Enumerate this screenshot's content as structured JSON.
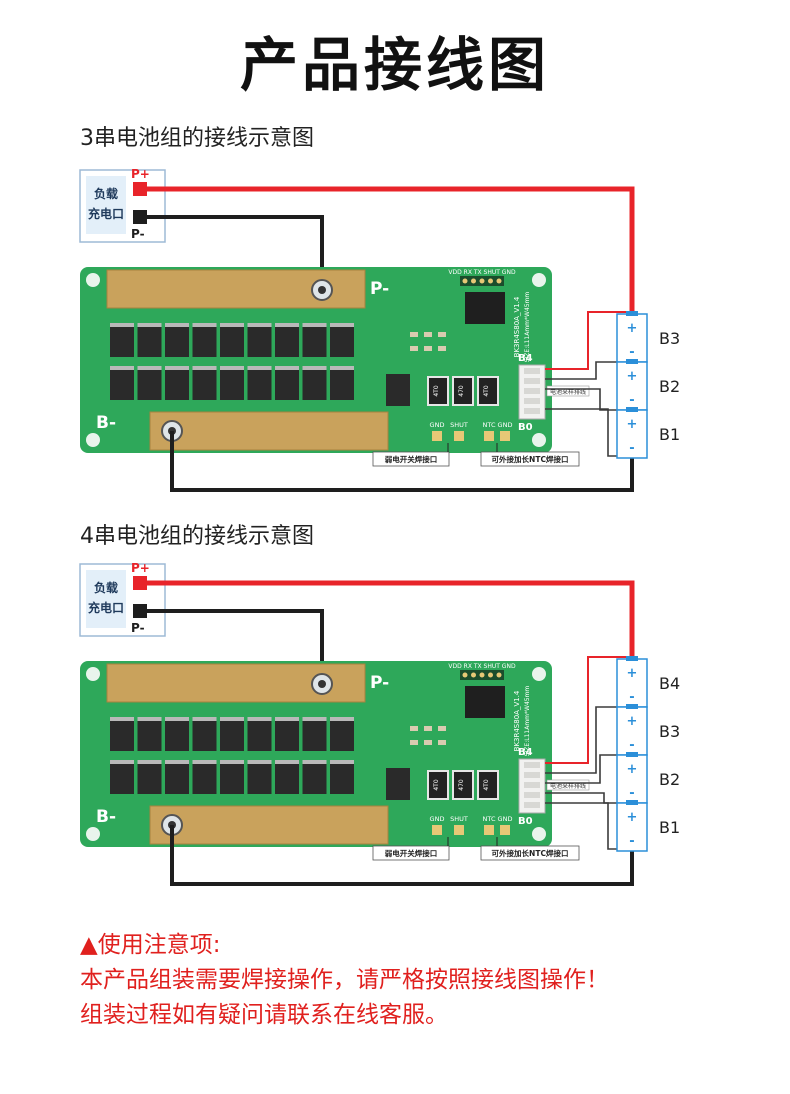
{
  "title": "产品接线图",
  "diagrams": [
    {
      "title": "3串电池组的接线示意图",
      "port_labels": [
        "负载",
        "充电口"
      ],
      "p_plus": "P+",
      "p_minus": "P-",
      "board_p_minus": "P-",
      "board_b_minus": "B-",
      "header_label": "VDD RX TX SHUT GND",
      "board_text": [
        "BK3R4S80A_V1.4",
        "SIZE:L11Amm*W45mm"
      ],
      "resistor_labels": [
        "4T0",
        "470",
        "4T0"
      ],
      "conn_top": "B4",
      "conn_bottom": "B0",
      "conn_label": "电池采样排线",
      "bottom_labels": [
        "GND",
        "SHUT",
        "NTC",
        "GND"
      ],
      "callouts": [
        "弱电开关焊接口",
        "可外接加长NTC焊接口"
      ],
      "cells": [
        "B3",
        "B2",
        "B1"
      ]
    },
    {
      "title": "4串电池组的接线示意图",
      "port_labels": [
        "负载",
        "充电口"
      ],
      "p_plus": "P+",
      "p_minus": "P-",
      "board_p_minus": "P-",
      "board_b_minus": "B-",
      "header_label": "VDD RX TX SHUT GND",
      "board_text": [
        "BK3R4S80A_V1.4",
        "SIZE:L11Amm*W45mm"
      ],
      "resistor_labels": [
        "4T0",
        "470",
        "4T0"
      ],
      "conn_top": "B4",
      "conn_bottom": "B0",
      "conn_label": "电池采样排线",
      "bottom_labels": [
        "GND",
        "SHUT",
        "NTC",
        "GND"
      ],
      "callouts": [
        "弱电开关焊接口",
        "可外接加长NTC焊接口"
      ],
      "cells": [
        "B4",
        "B3",
        "B2",
        "B1"
      ]
    }
  ],
  "notice": {
    "heading": "▲使用注意项:",
    "lines": [
      "本产品组装需要焊接操作，请严格按照接线图操作！",
      "组装过程如有疑问请联系在线客服。"
    ]
  },
  "colors": {
    "wire_red": "#e8242a",
    "wire_black": "#1e1e1e",
    "pcb_green": "#2ea85a",
    "copper": "#c9a25c",
    "cell_blue": "#2b8fd9",
    "notice_red": "#e0201e"
  }
}
